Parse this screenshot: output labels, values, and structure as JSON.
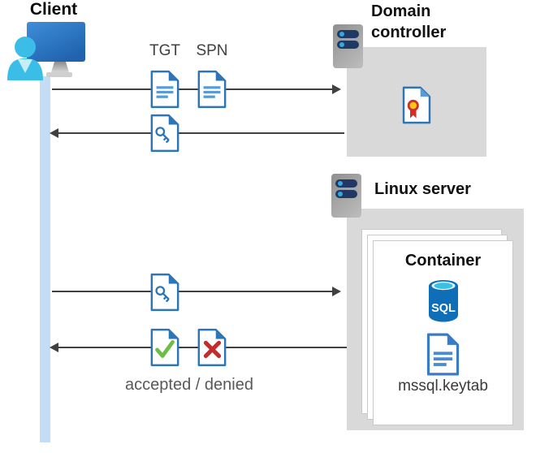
{
  "client": {
    "label": "Client"
  },
  "flow": {
    "tgt_label": "TGT",
    "spn_label": "SPN",
    "result_label": "accepted / denied"
  },
  "domain_controller": {
    "title": "Domain controller"
  },
  "linux_server": {
    "title": "Linux server"
  },
  "container": {
    "title": "Container",
    "sql_badge": "SQL",
    "keytab_label": "mssql.keytab"
  },
  "colors": {
    "doc_blue": "#2E75B6",
    "doc_line_blue": "#5B9BD5",
    "person_cyan": "#3ABEE8",
    "arrow_gray": "#404040",
    "zone_gray": "#D9D9D9",
    "lifeline_blue": "#C5DCF5",
    "check_green": "#6CBE45",
    "cross_red": "#BE2E2E",
    "seal_yellow": "#FFC716",
    "seal_red": "#D02E26",
    "sql_body_blue": "#0E6EB8",
    "sql_top_cyan": "#38C1E5",
    "server_bar_navy": "#1F3864"
  }
}
